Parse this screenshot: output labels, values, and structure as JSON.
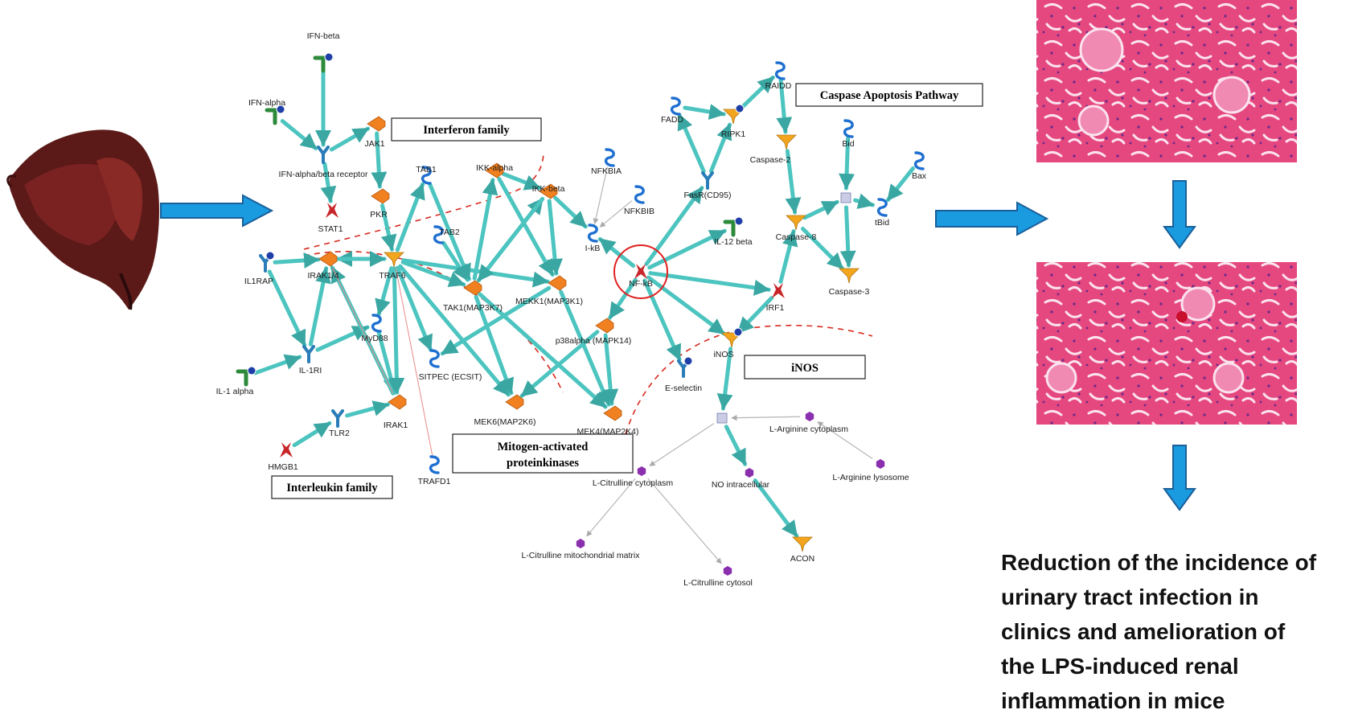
{
  "colors": {
    "edge": "#4cc4bf",
    "edge_dark": "#3aa7a3",
    "arrow": "#1a9be0",
    "arrow_stroke": "#1a5f9a",
    "dashed": "#d62b1f",
    "highlight_circle": "#e02020",
    "kinase": "#f08020",
    "enzyme": "#f3a51e",
    "receptor": "#2a7db8",
    "ligand": "#2d8a3a",
    "tf": "#c8262a",
    "small_mol": "#8a2fae",
    "histology": "#e5477f"
  },
  "labels": {
    "interferon": "Interferon family",
    "interleukin": "Interleukin family",
    "mapk": [
      "Mitogen-activated",
      "proteinkinases"
    ],
    "caspase": "Caspase Apoptosis Pathway",
    "inos": "iNOS"
  },
  "nodes": [
    {
      "id": "ifnb",
      "label": "IFN-beta",
      "shape": "ligand"
    },
    {
      "id": "ifna",
      "label": "IFN-alpha",
      "shape": "ligand"
    },
    {
      "id": "ifnr",
      "label": "IFN-alpha/beta receptor",
      "shape": "receptor"
    },
    {
      "id": "jak1",
      "label": "JAK1",
      "shape": "kinase"
    },
    {
      "id": "stat1",
      "label": "STAT1",
      "shape": "tf"
    },
    {
      "id": "pkr",
      "label": "PKR",
      "shape": "kinase"
    },
    {
      "id": "tab1",
      "label": "TAB1",
      "shape": "squiggle"
    },
    {
      "id": "ikka",
      "label": "IKK-alpha",
      "shape": "kinase"
    },
    {
      "id": "ikkb",
      "label": "IKK-beta",
      "shape": "kinase"
    },
    {
      "id": "nfkbia",
      "label": "NFKBIA",
      "shape": "squiggle"
    },
    {
      "id": "nfkbib",
      "label": "NFKBIB",
      "shape": "squiggle"
    },
    {
      "id": "ikb",
      "label": "I-kB",
      "shape": "squiggle"
    },
    {
      "id": "nfkb",
      "label": "NF-kB",
      "shape": "tf"
    },
    {
      "id": "il1rap",
      "label": "IL1RAP",
      "shape": "receptor2"
    },
    {
      "id": "irak14",
      "label": "IRAK1/4",
      "shape": "kinase"
    },
    {
      "id": "traf6",
      "label": "TRAF6",
      "shape": "enzyme"
    },
    {
      "id": "tab2",
      "label": "TAB2",
      "shape": "squiggle"
    },
    {
      "id": "tak1",
      "label": "TAK1(MAP3K7)",
      "shape": "kinase"
    },
    {
      "id": "mekk1",
      "label": "MEKK1(MAP3K1)",
      "shape": "kinase"
    },
    {
      "id": "p38",
      "label": "p38alpha (MAPK14)",
      "shape": "kinase"
    },
    {
      "id": "myd88",
      "label": "MyD88",
      "shape": "squiggle"
    },
    {
      "id": "il1ri",
      "label": "IL-1RI",
      "shape": "receptor"
    },
    {
      "id": "il1a",
      "label": "IL-1 alpha",
      "shape": "ligand"
    },
    {
      "id": "sitpec",
      "label": "SITPEC (ECSIT)",
      "shape": "squiggle"
    },
    {
      "id": "tlr2",
      "label": "TLR2",
      "shape": "receptor"
    },
    {
      "id": "irak1",
      "label": "IRAK1",
      "shape": "kinase"
    },
    {
      "id": "hmgb1",
      "label": "HMGB1",
      "shape": "tf"
    },
    {
      "id": "trafd1",
      "label": "TRAFD1",
      "shape": "squiggle"
    },
    {
      "id": "mek6",
      "label": "MEK6(MAP2K6)",
      "shape": "kinase"
    },
    {
      "id": "mek4",
      "label": "MEK4(MAP2K4)",
      "shape": "kinase"
    },
    {
      "id": "esel",
      "label": "E-selectin",
      "shape": "receptor2"
    },
    {
      "id": "fadd",
      "label": "FADD",
      "shape": "squiggle"
    },
    {
      "id": "ripk1",
      "label": "RIPK1",
      "shape": "enzyme2"
    },
    {
      "id": "raidd",
      "label": "RAIDD",
      "shape": "squiggle"
    },
    {
      "id": "fasr",
      "label": "FasR(CD95)",
      "shape": "receptor"
    },
    {
      "id": "casp2",
      "label": "Caspase-2",
      "shape": "enzyme"
    },
    {
      "id": "bid",
      "label": "Bid",
      "shape": "squiggle"
    },
    {
      "id": "bax",
      "label": "Bax",
      "shape": "squiggle"
    },
    {
      "id": "hub1",
      "label": "",
      "shape": "square"
    },
    {
      "id": "tbid",
      "label": "tBid",
      "shape": "squiggle"
    },
    {
      "id": "il12b",
      "label": "IL-12 beta",
      "shape": "ligand"
    },
    {
      "id": "casp8",
      "label": "Caspase-8",
      "shape": "enzyme"
    },
    {
      "id": "casp3",
      "label": "Caspase-3",
      "shape": "enzyme"
    },
    {
      "id": "irf1",
      "label": "IRF1",
      "shape": "tf"
    },
    {
      "id": "inosn",
      "label": "iNOS",
      "shape": "enzyme2"
    },
    {
      "id": "hub2",
      "label": "",
      "shape": "square"
    },
    {
      "id": "largc",
      "label": "L-Arginine cytoplasm",
      "shape": "hex"
    },
    {
      "id": "largl",
      "label": "L-Arginine lysosome",
      "shape": "hex"
    },
    {
      "id": "lcitc",
      "label": "L-Citrulline cytoplasm",
      "shape": "hex"
    },
    {
      "id": "noi",
      "label": "NO intracellular",
      "shape": "hex"
    },
    {
      "id": "lcitm",
      "label": "L-Citrulline mitochondrial matrix",
      "shape": "hex"
    },
    {
      "id": "lcits",
      "label": "L-Citrulline cytosol",
      "shape": "hex"
    },
    {
      "id": "acon",
      "label": "ACON",
      "shape": "enzyme"
    }
  ],
  "edges": [
    [
      "ifnb",
      "ifnr"
    ],
    [
      "ifna",
      "ifnr"
    ],
    [
      "ifnr",
      "jak1"
    ],
    [
      "ifnr",
      "stat1"
    ],
    [
      "jak1",
      "pkr"
    ],
    [
      "pkr",
      "traf6"
    ],
    [
      "traf6",
      "tab1"
    ],
    [
      "traf6",
      "irak14"
    ],
    [
      "irak14",
      "traf6"
    ],
    [
      "il1rap",
      "irak14"
    ],
    [
      "il1rap",
      "il1ri"
    ],
    [
      "il1a",
      "il1ri"
    ],
    [
      "il1ri",
      "irak14"
    ],
    [
      "il1ri",
      "myd88"
    ],
    [
      "myd88",
      "irak1"
    ],
    [
      "traf6",
      "irak1"
    ],
    [
      "irak1",
      "irak14"
    ],
    [
      "tlr2",
      "irak1"
    ],
    [
      "hmgb1",
      "tlr2"
    ],
    [
      "traf6",
      "myd88"
    ],
    [
      "traf6",
      "tak1"
    ],
    [
      "traf6",
      "mekk1"
    ],
    [
      "traf6",
      "sitpec"
    ],
    [
      "traf6",
      "mek6"
    ],
    [
      "tab2",
      "tak1"
    ],
    [
      "tab1",
      "tak1"
    ],
    [
      "tak1",
      "ikka"
    ],
    [
      "tak1",
      "ikkb"
    ],
    [
      "ikka",
      "ikkb"
    ],
    [
      "ikka",
      "mekk1"
    ],
    [
      "ikkb",
      "ikb"
    ],
    [
      "ikkb",
      "tak1"
    ],
    [
      "ikkb",
      "mekk1"
    ],
    [
      "mekk1",
      "sitpec"
    ],
    [
      "tak1",
      "mek6"
    ],
    [
      "tak1",
      "mek4"
    ],
    [
      "mekk1",
      "mek4"
    ],
    [
      "p38",
      "mek6"
    ],
    [
      "p38",
      "mek4"
    ],
    [
      "nfkb",
      "p38"
    ],
    [
      "nfkb",
      "ikb"
    ],
    [
      "nfkb",
      "esel"
    ],
    [
      "nfkb",
      "il12b"
    ],
    [
      "nfkb",
      "irf1"
    ],
    [
      "nfkb",
      "inosn"
    ],
    [
      "nfkb",
      "fasr"
    ],
    [
      "fadd",
      "ripk1"
    ],
    [
      "ripk1",
      "raidd"
    ],
    [
      "fasr",
      "fadd"
    ],
    [
      "fasr",
      "ripk1"
    ],
    [
      "raidd",
      "casp2"
    ],
    [
      "casp2",
      "casp8"
    ],
    [
      "casp8",
      "hub1"
    ],
    [
      "casp8",
      "casp3"
    ],
    [
      "hub1",
      "casp3"
    ],
    [
      "hub1",
      "tbid"
    ],
    [
      "bid",
      "hub1"
    ],
    [
      "bax",
      "tbid"
    ],
    [
      "irf1",
      "inosn"
    ],
    [
      "irf1",
      "casp8"
    ],
    [
      "inosn",
      "hub2"
    ],
    [
      "hub2",
      "noi"
    ],
    [
      "noi",
      "acon"
    ]
  ],
  "thin_edges": [
    [
      "nfkbia",
      "ikb"
    ],
    [
      "nfkbib",
      "ikb"
    ],
    [
      "largc",
      "hub2"
    ],
    [
      "largl",
      "largc"
    ],
    [
      "hub2",
      "lcitc"
    ],
    [
      "lcitc",
      "lcitm"
    ],
    [
      "lcitc",
      "lcits"
    ]
  ],
  "red_thin_edges": [
    [
      "traf6",
      "trafd1"
    ],
    [
      "irak14",
      "irak1"
    ]
  ],
  "conclusion": [
    "Reduction of the incidence of",
    "urinary tract infection in",
    "clinics and amelioration of",
    "the LPS-induced renal",
    "inflammation in mice"
  ]
}
